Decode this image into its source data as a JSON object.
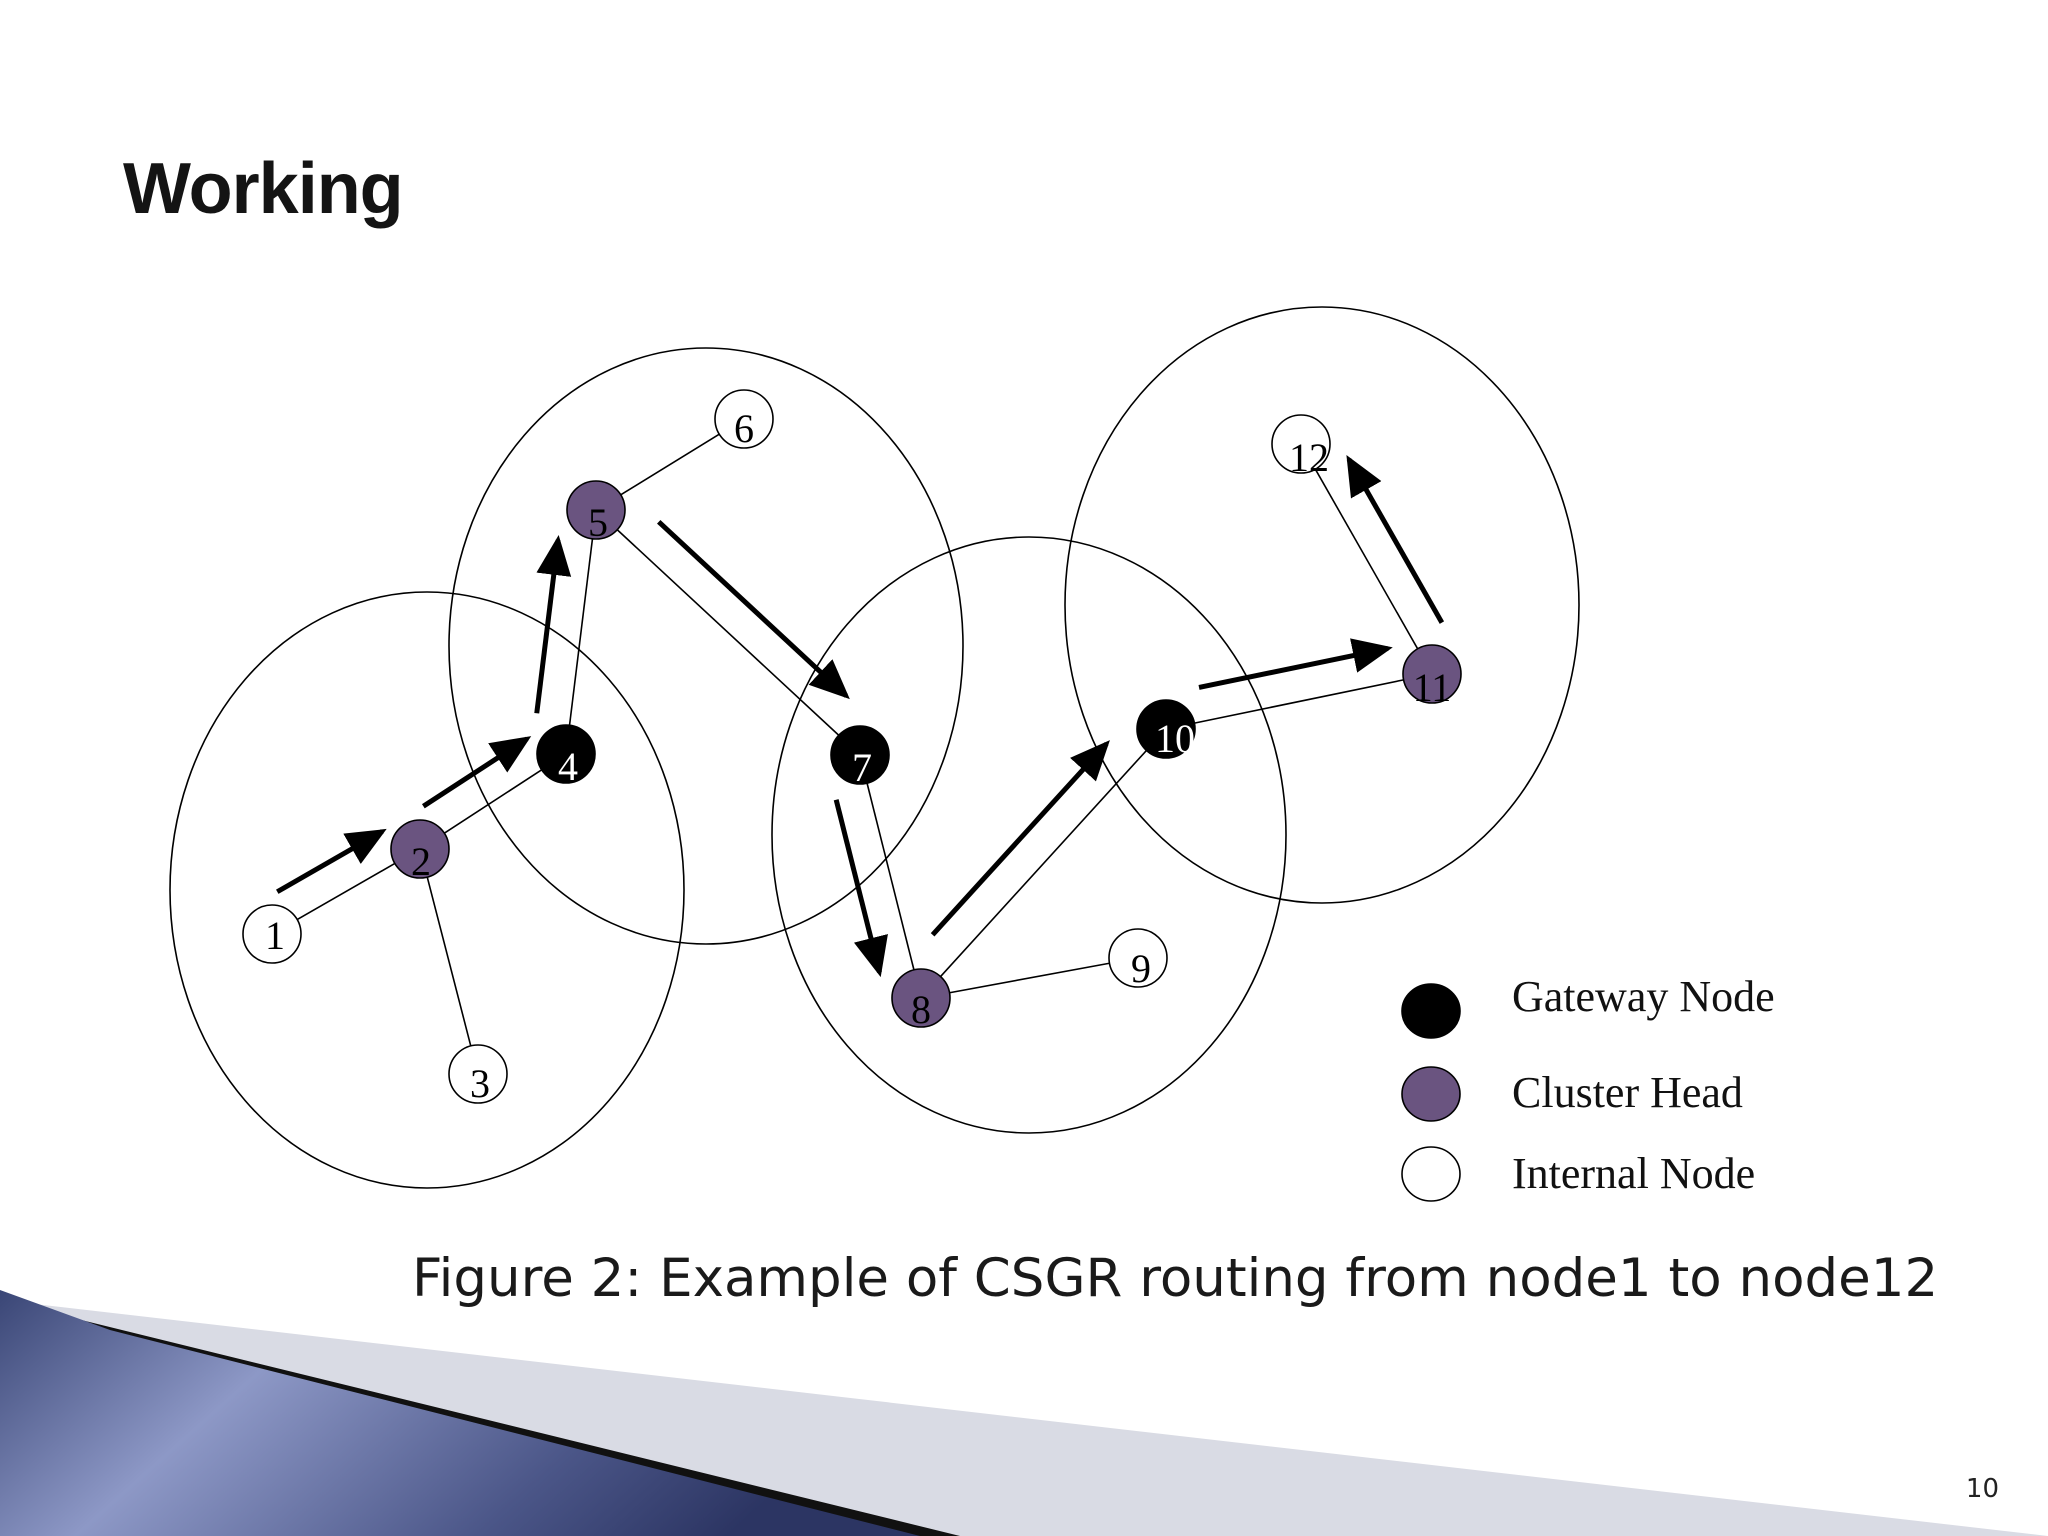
{
  "slide": {
    "title": "Working",
    "caption": "Figure 2: Example of CSGR routing from node1 to node12",
    "page_number": "10"
  },
  "colors": {
    "gateway": "#000000",
    "cluster_head": "#6a5480",
    "internal": "#ffffff",
    "footer_dark": "#3a4676",
    "footer_light": "#8d98c6"
  },
  "diagram": {
    "nodes": [
      {
        "id": "1",
        "label": "1",
        "type": "internal"
      },
      {
        "id": "2",
        "label": "2",
        "type": "cluster_head"
      },
      {
        "id": "3",
        "label": "3",
        "type": "internal"
      },
      {
        "id": "4",
        "label": "4",
        "type": "gateway"
      },
      {
        "id": "5",
        "label": "5",
        "type": "cluster_head"
      },
      {
        "id": "6",
        "label": "6",
        "type": "internal"
      },
      {
        "id": "7",
        "label": "7",
        "type": "gateway"
      },
      {
        "id": "8",
        "label": "8",
        "type": "cluster_head"
      },
      {
        "id": "9",
        "label": "9",
        "type": "internal"
      },
      {
        "id": "10",
        "label": "10",
        "type": "gateway"
      },
      {
        "id": "11",
        "label": "11",
        "type": "cluster_head"
      },
      {
        "id": "12",
        "label": "12",
        "type": "internal"
      }
    ],
    "links": [
      {
        "from": "1",
        "to": "2"
      },
      {
        "from": "2",
        "to": "3"
      },
      {
        "from": "2",
        "to": "4"
      },
      {
        "from": "4",
        "to": "5"
      },
      {
        "from": "5",
        "to": "6"
      },
      {
        "from": "5",
        "to": "7"
      },
      {
        "from": "7",
        "to": "8"
      },
      {
        "from": "8",
        "to": "9"
      },
      {
        "from": "8",
        "to": "10"
      },
      {
        "from": "10",
        "to": "11"
      },
      {
        "from": "11",
        "to": "12"
      }
    ],
    "route": [
      "1",
      "2",
      "4",
      "5",
      "7",
      "8",
      "10",
      "11",
      "12"
    ],
    "legend": [
      {
        "type": "gateway",
        "label": "Gateway Node"
      },
      {
        "type": "cluster_head",
        "label": "Cluster Head"
      },
      {
        "type": "internal",
        "label": "Internal Node"
      }
    ]
  }
}
